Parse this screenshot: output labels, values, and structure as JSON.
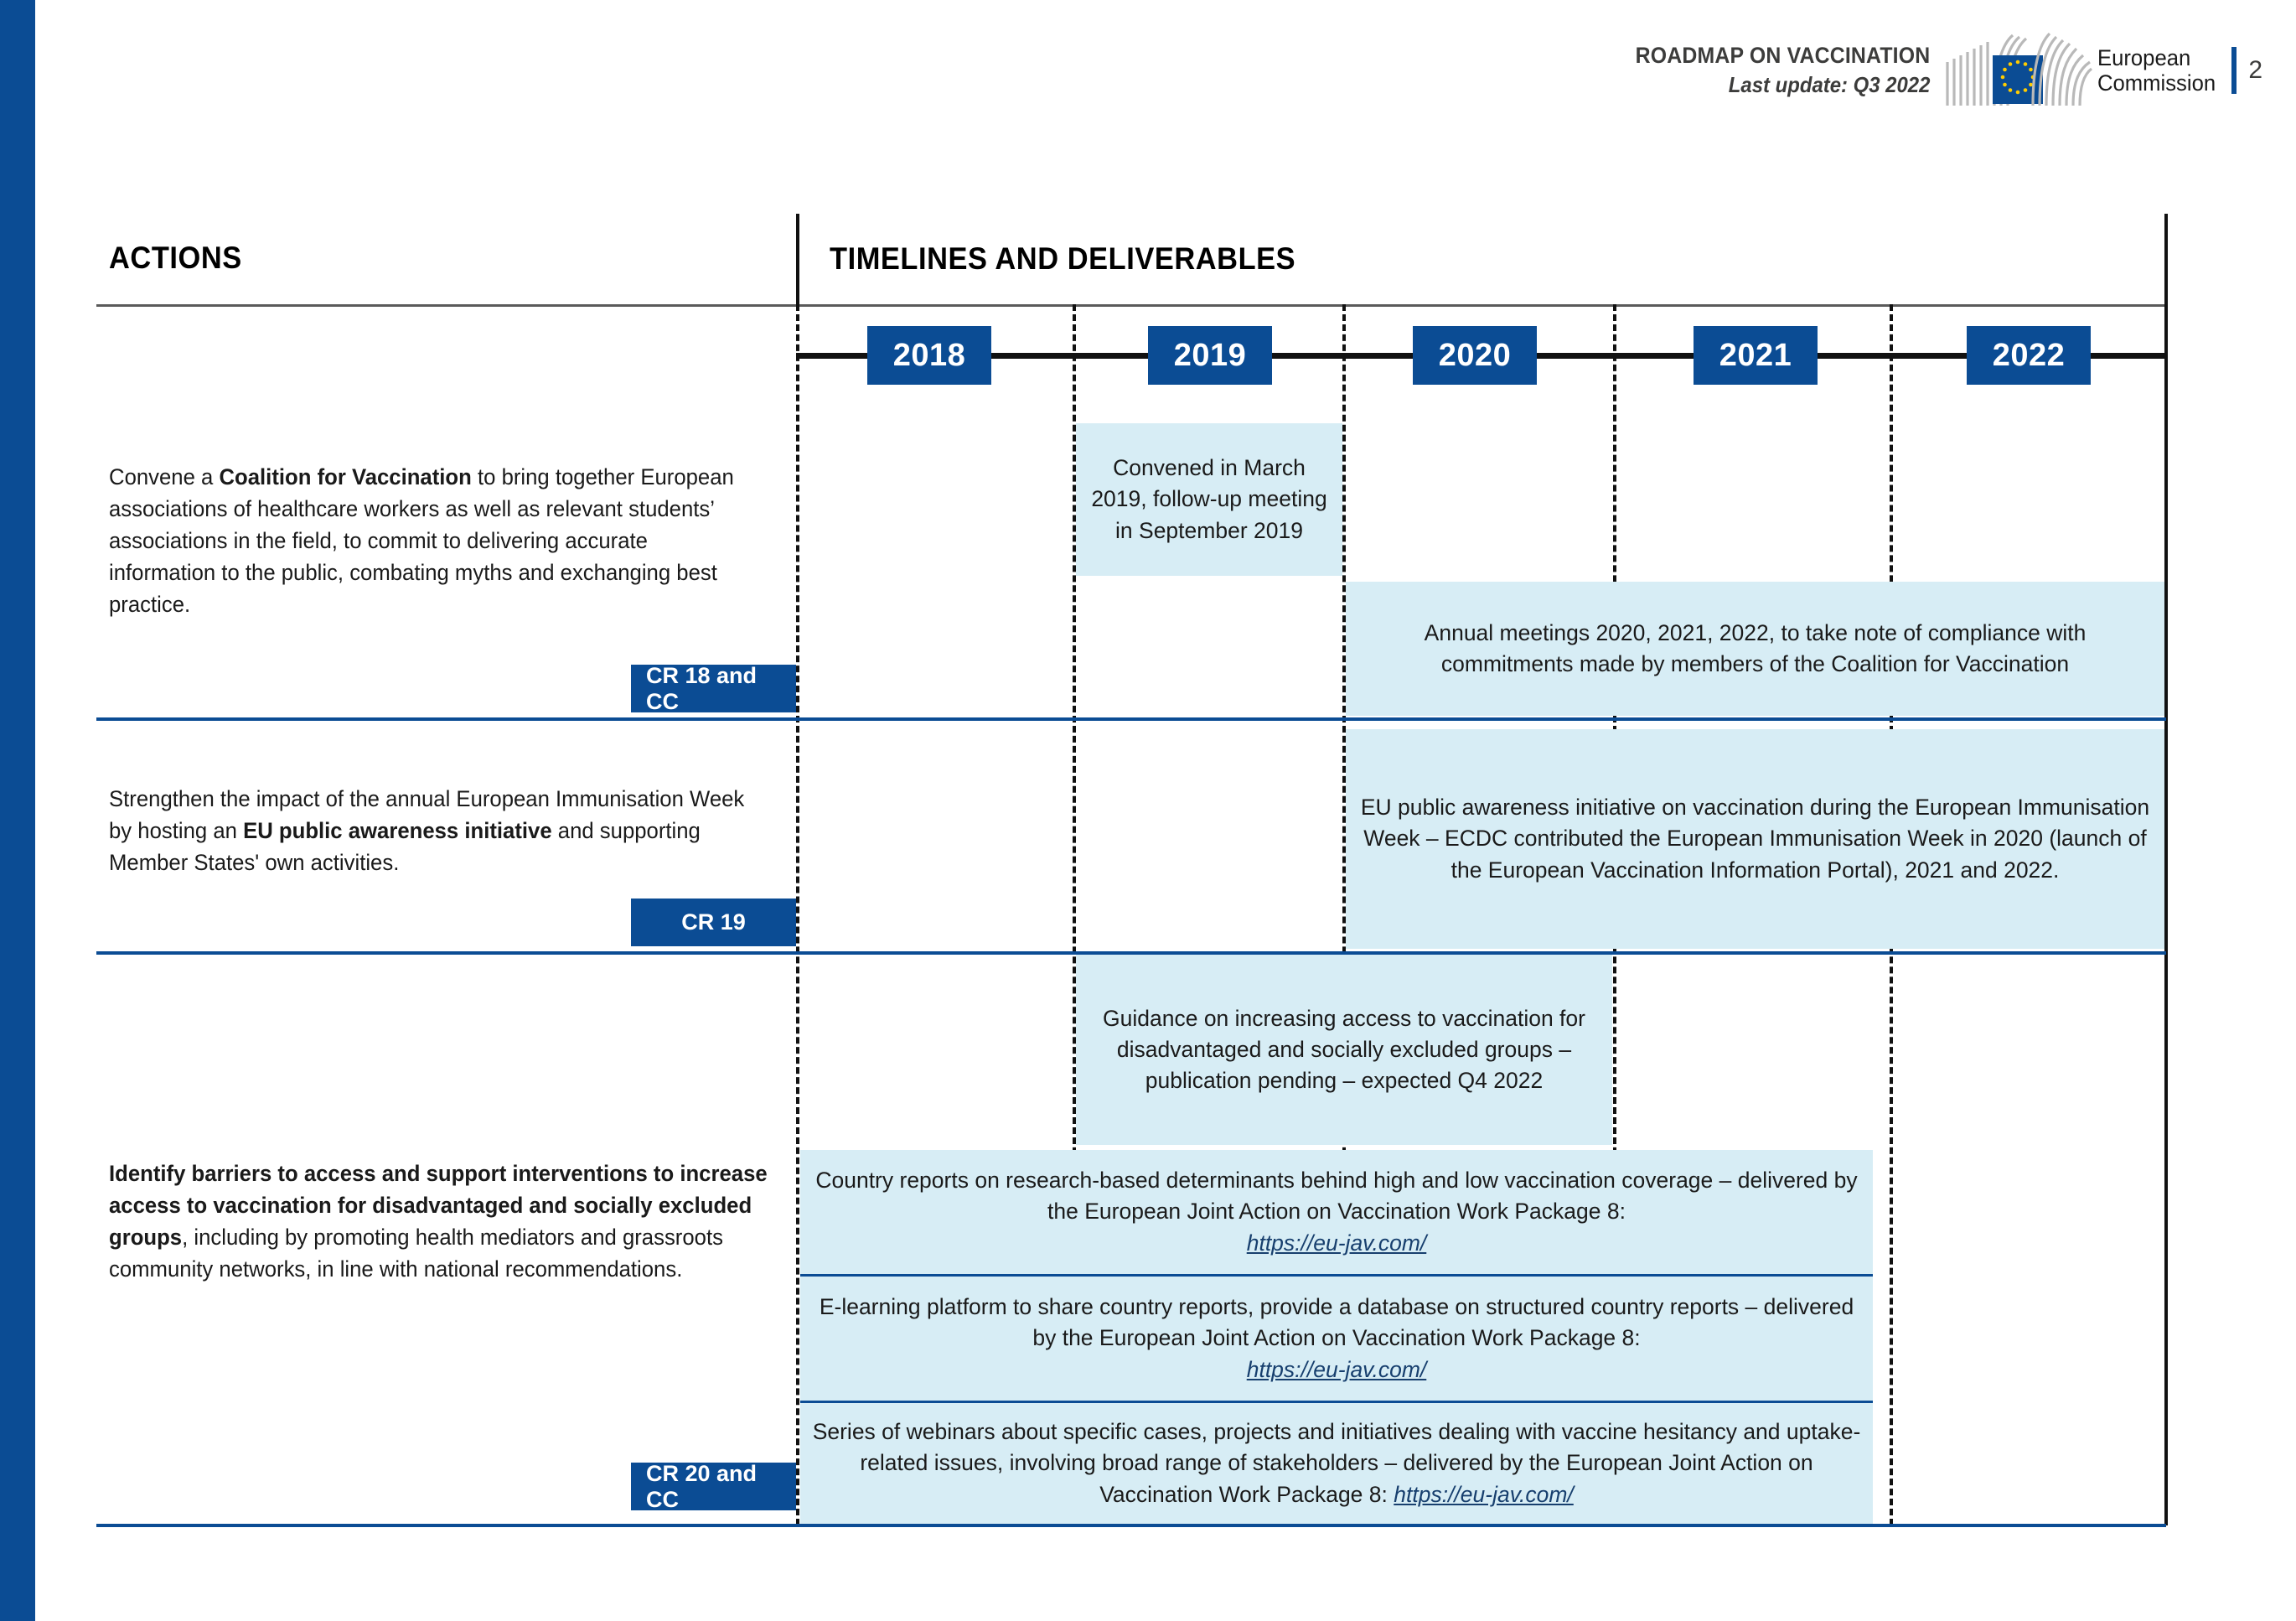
{
  "header": {
    "title": "ROADMAP ON VACCINATION",
    "subtitle": "Last update: Q3 2022",
    "org_line1": "European",
    "org_line2": "Commission",
    "page_number": "2"
  },
  "columns": {
    "actions_title": "ACTIONS",
    "timelines_title": "TIMELINES AND DELIVERABLES"
  },
  "timeline": {
    "years": [
      "2018",
      "2019",
      "2020",
      "2021",
      "2022"
    ]
  },
  "rows": [
    {
      "action_html": "Convene a <b>Coalition for Vaccination</b> to bring together European associations of healthcare workers as well as relevant students&rsquo; associations in the field, to commit to delivering accurate information to the public, combating myths and exchanging best practice.",
      "badge": "CR 18 and CC",
      "deliverables": [
        {
          "text": "Convened in March 2019, follow-up meeting in September 2019"
        },
        {
          "text": "Annual meetings 2020, 2021, 2022, to take note of compliance with commitments made by members of the Coalition for Vaccination"
        }
      ]
    },
    {
      "action_html": "Strengthen the impact of the annual European Immunisation Week by hosting an <b>EU public awareness initiative</b> and supporting Member States' own activities.",
      "badge": "CR 19",
      "deliverables": [
        {
          "text": "EU public awareness initiative on vaccination during the European Immunisation Week  &ndash; ECDC contributed the European Immunisation Week in 2020 (launch of the European Vaccination Information Portal), 2021 and 2022."
        }
      ]
    },
    {
      "action_html": "<b>Identify barriers to access and support interventions to increase access to vaccination for disadvantaged and socially excluded groups</b>, including by promoting health mediators and grassroots community networks, in line with national recommendations.",
      "badge": "CR 20 and CC",
      "deliverables": [
        {
          "text": "Guidance on increasing access to vaccination for disadvantaged and socially excluded groups &ndash; publication pending &ndash; expected Q4 2022"
        },
        {
          "text_before": "Country reports on research-based determinants behind high and low vaccination coverage &ndash; delivered by the European Joint Action on Vaccination Work Package 8: ",
          "link": "https://eu-jav.com/",
          "text_after": ""
        },
        {
          "text_before": "E-learning platform to share country reports, provide a database on structured country reports &ndash; delivered by the European Joint Action on Vaccination Work Package 8: ",
          "link": "https://eu-jav.com/ ",
          "text_after": ""
        },
        {
          "text_before": "Series of webinars about specific cases, projects and initiatives dealing with vaccine hesitancy and uptake-related issues, involving broad range of stakeholders  &ndash; delivered by the European Joint Action on Vaccination Work Package 8: ",
          "link": "https://eu-jav.com/",
          "text_after": ""
        }
      ]
    }
  ],
  "colors": {
    "brand_blue": "#0b4c94",
    "deliverable_bg": "#d7edf5",
    "link_blue": "#173f6e"
  }
}
